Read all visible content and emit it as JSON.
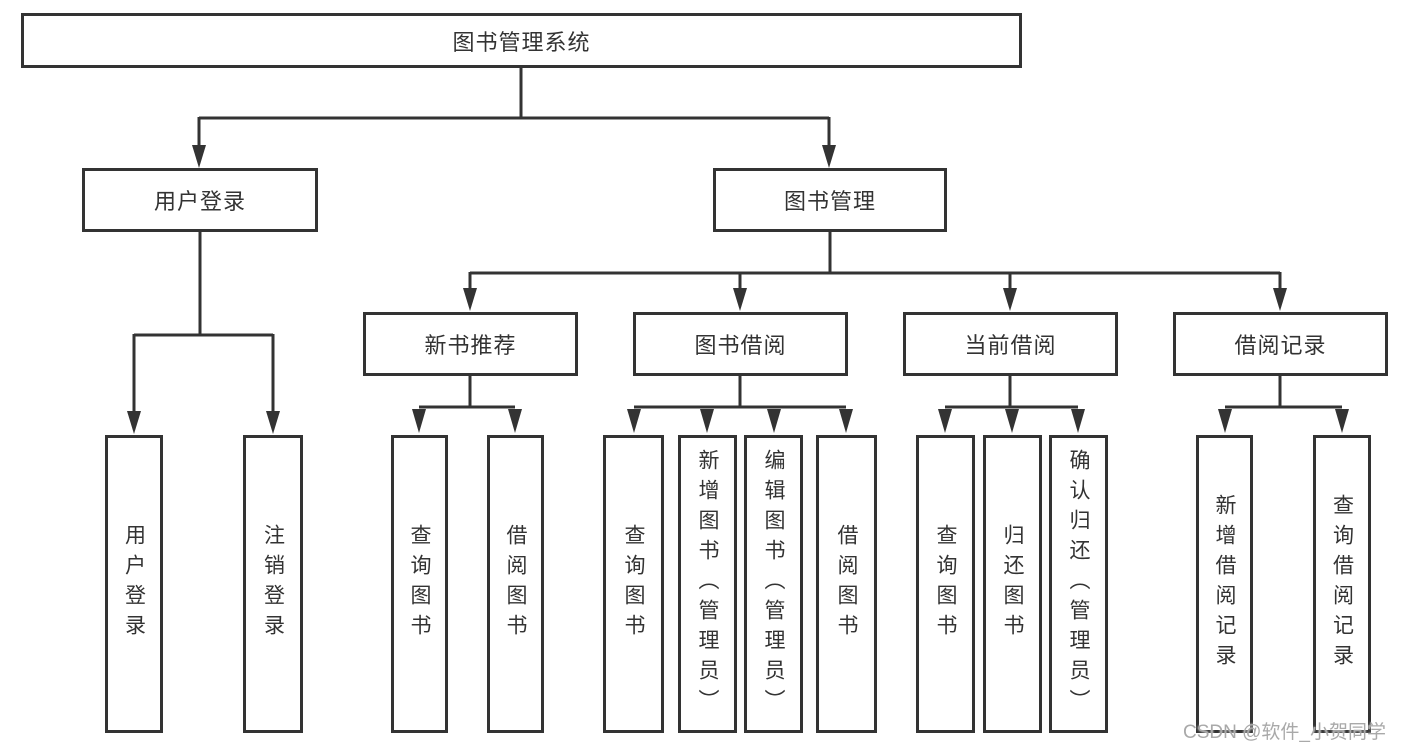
{
  "diagram": {
    "root": {
      "label": "图书管理系统"
    },
    "children": [
      {
        "label": "用户登录",
        "children": [
          {
            "label": "用户登录"
          },
          {
            "label": "注销登录"
          }
        ]
      },
      {
        "label": "图书管理",
        "children": [
          {
            "label": "新书推荐",
            "children": [
              {
                "label": "查询图书"
              },
              {
                "label": "借阅图书"
              }
            ]
          },
          {
            "label": "图书借阅",
            "children": [
              {
                "label": "查询图书"
              },
              {
                "label": "新增图书（管理员）"
              },
              {
                "label": "编辑图书（管理员）"
              },
              {
                "label": "借阅图书"
              }
            ]
          },
          {
            "label": "当前借阅",
            "children": [
              {
                "label": "查询图书"
              },
              {
                "label": "归还图书"
              },
              {
                "label": "确认归还（管理员）"
              }
            ]
          },
          {
            "label": "借阅记录",
            "children": [
              {
                "label": "新增借阅记录"
              },
              {
                "label": "查询借阅记录"
              }
            ]
          }
        ]
      }
    ]
  },
  "watermark": "CSDN @软件_小贺同学",
  "colors": {
    "line": "#333333",
    "box_border": "#333333",
    "box_fill": "#ffffff",
    "text": "#333333",
    "watermark": "#a9a9a9"
  }
}
